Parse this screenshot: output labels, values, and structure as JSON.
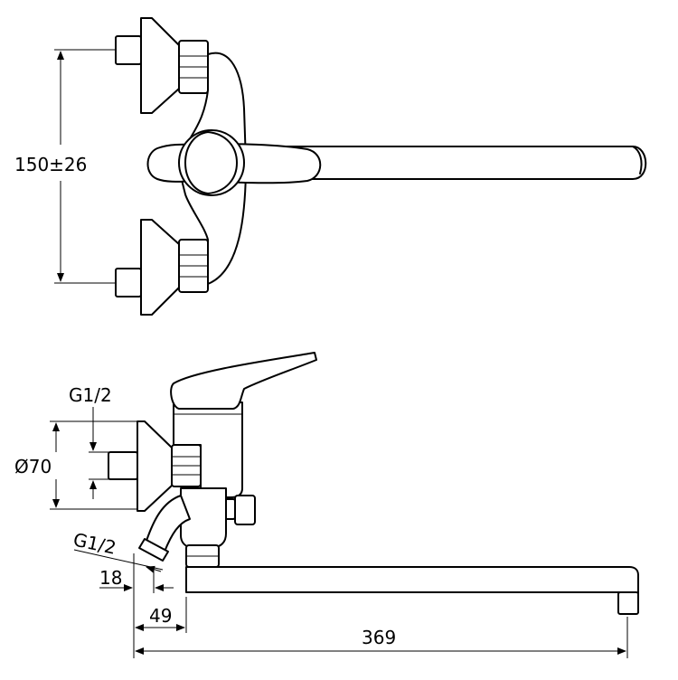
{
  "dimensions": {
    "inlet_spacing": "150±26",
    "inlet_thread_top": "G1/2",
    "flange_diameter": "Ø70",
    "outlet_thread": "G1/2",
    "offset_18": "18",
    "offset_49": "49",
    "spout_length": "369"
  }
}
